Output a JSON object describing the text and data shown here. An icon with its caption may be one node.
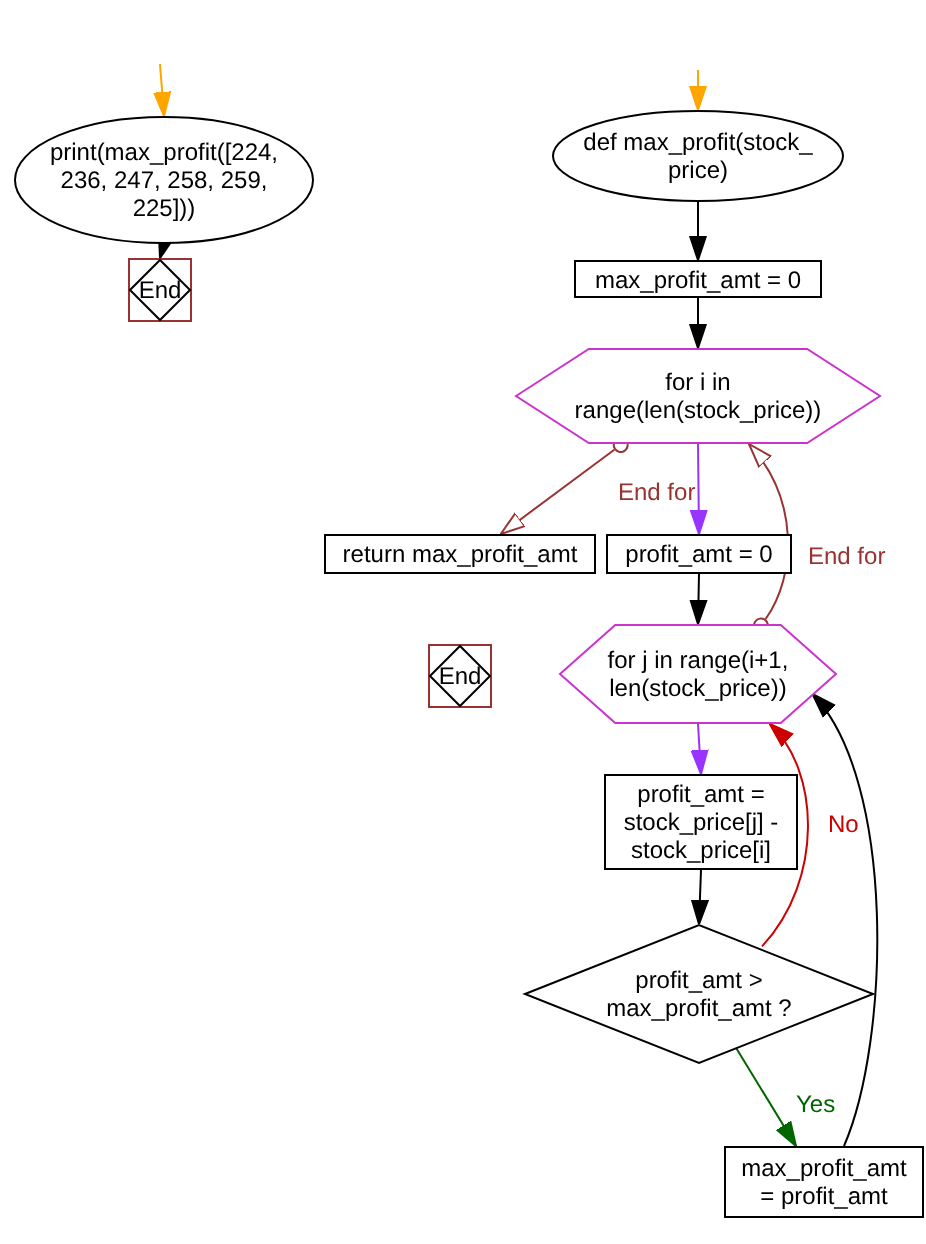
{
  "diagram": {
    "nodes": [
      {
        "text": [
          "print(max_profit([224, 236, 247, 258, 259, 225]))"
        ]
      },
      {
        "text": [
          "End"
        ]
      },
      {
        "text": [
          "def max_profit(stock_ price)"
        ]
      },
      {
        "text": [
          "max_profit_amt = 0"
        ]
      },
      {
        "text": [
          "for i in range(len(stock_price))"
        ]
      },
      {
        "text": [
          "return max_profit_amt"
        ]
      },
      {
        "text": [
          "End"
        ]
      },
      {
        "text": [
          "profit_amt = 0"
        ]
      },
      {
        "text": [
          "for j in range(i+1, len(stock_price))"
        ]
      },
      {
        "text": [
          "profit_amt = stock_price[j] - stock_price[i]"
        ]
      },
      {
        "text": [
          "profit_amt > max_profit_amt ?"
        ]
      },
      {
        "text": [
          "max_profit_amt = profit_amt"
        ]
      }
    ],
    "edges": [
      {
        "from": null,
        "to": 0,
        "arrow": "to",
        "color": "#ffa500"
      },
      {
        "from": null,
        "to": 2,
        "arrow": "to",
        "color": "#ffa500"
      },
      {
        "from": 0,
        "to": 1,
        "arrow": "to"
      },
      {
        "from": 2,
        "to": 3,
        "arrow": "to"
      },
      {
        "from": 3,
        "to": 4,
        "arrow": "to"
      },
      {
        "from": 4,
        "to": 5,
        "arrow": "to",
        "label": "End for",
        "color": "#993333"
      },
      {
        "from": 4,
        "to": 7,
        "arrow": "to",
        "color": "#9933ff"
      },
      {
        "from": 7,
        "to": 8,
        "arrow": "to"
      },
      {
        "from": 8,
        "to": 4,
        "arrow": "to",
        "label": "End for",
        "color": "#993333"
      },
      {
        "from": 8,
        "to": 9,
        "arrow": "to",
        "color": "#9933ff"
      },
      {
        "from": 9,
        "to": 10,
        "arrow": "to"
      },
      {
        "from": 10,
        "to": 8,
        "arrow": "to",
        "label": "No",
        "color": "#cc0000"
      },
      {
        "from": 10,
        "to": 11,
        "arrow": "to",
        "label": "Yes",
        "color": "#006600"
      },
      {
        "from": 11,
        "to": 8,
        "arrow": "to"
      }
    ]
  }
}
